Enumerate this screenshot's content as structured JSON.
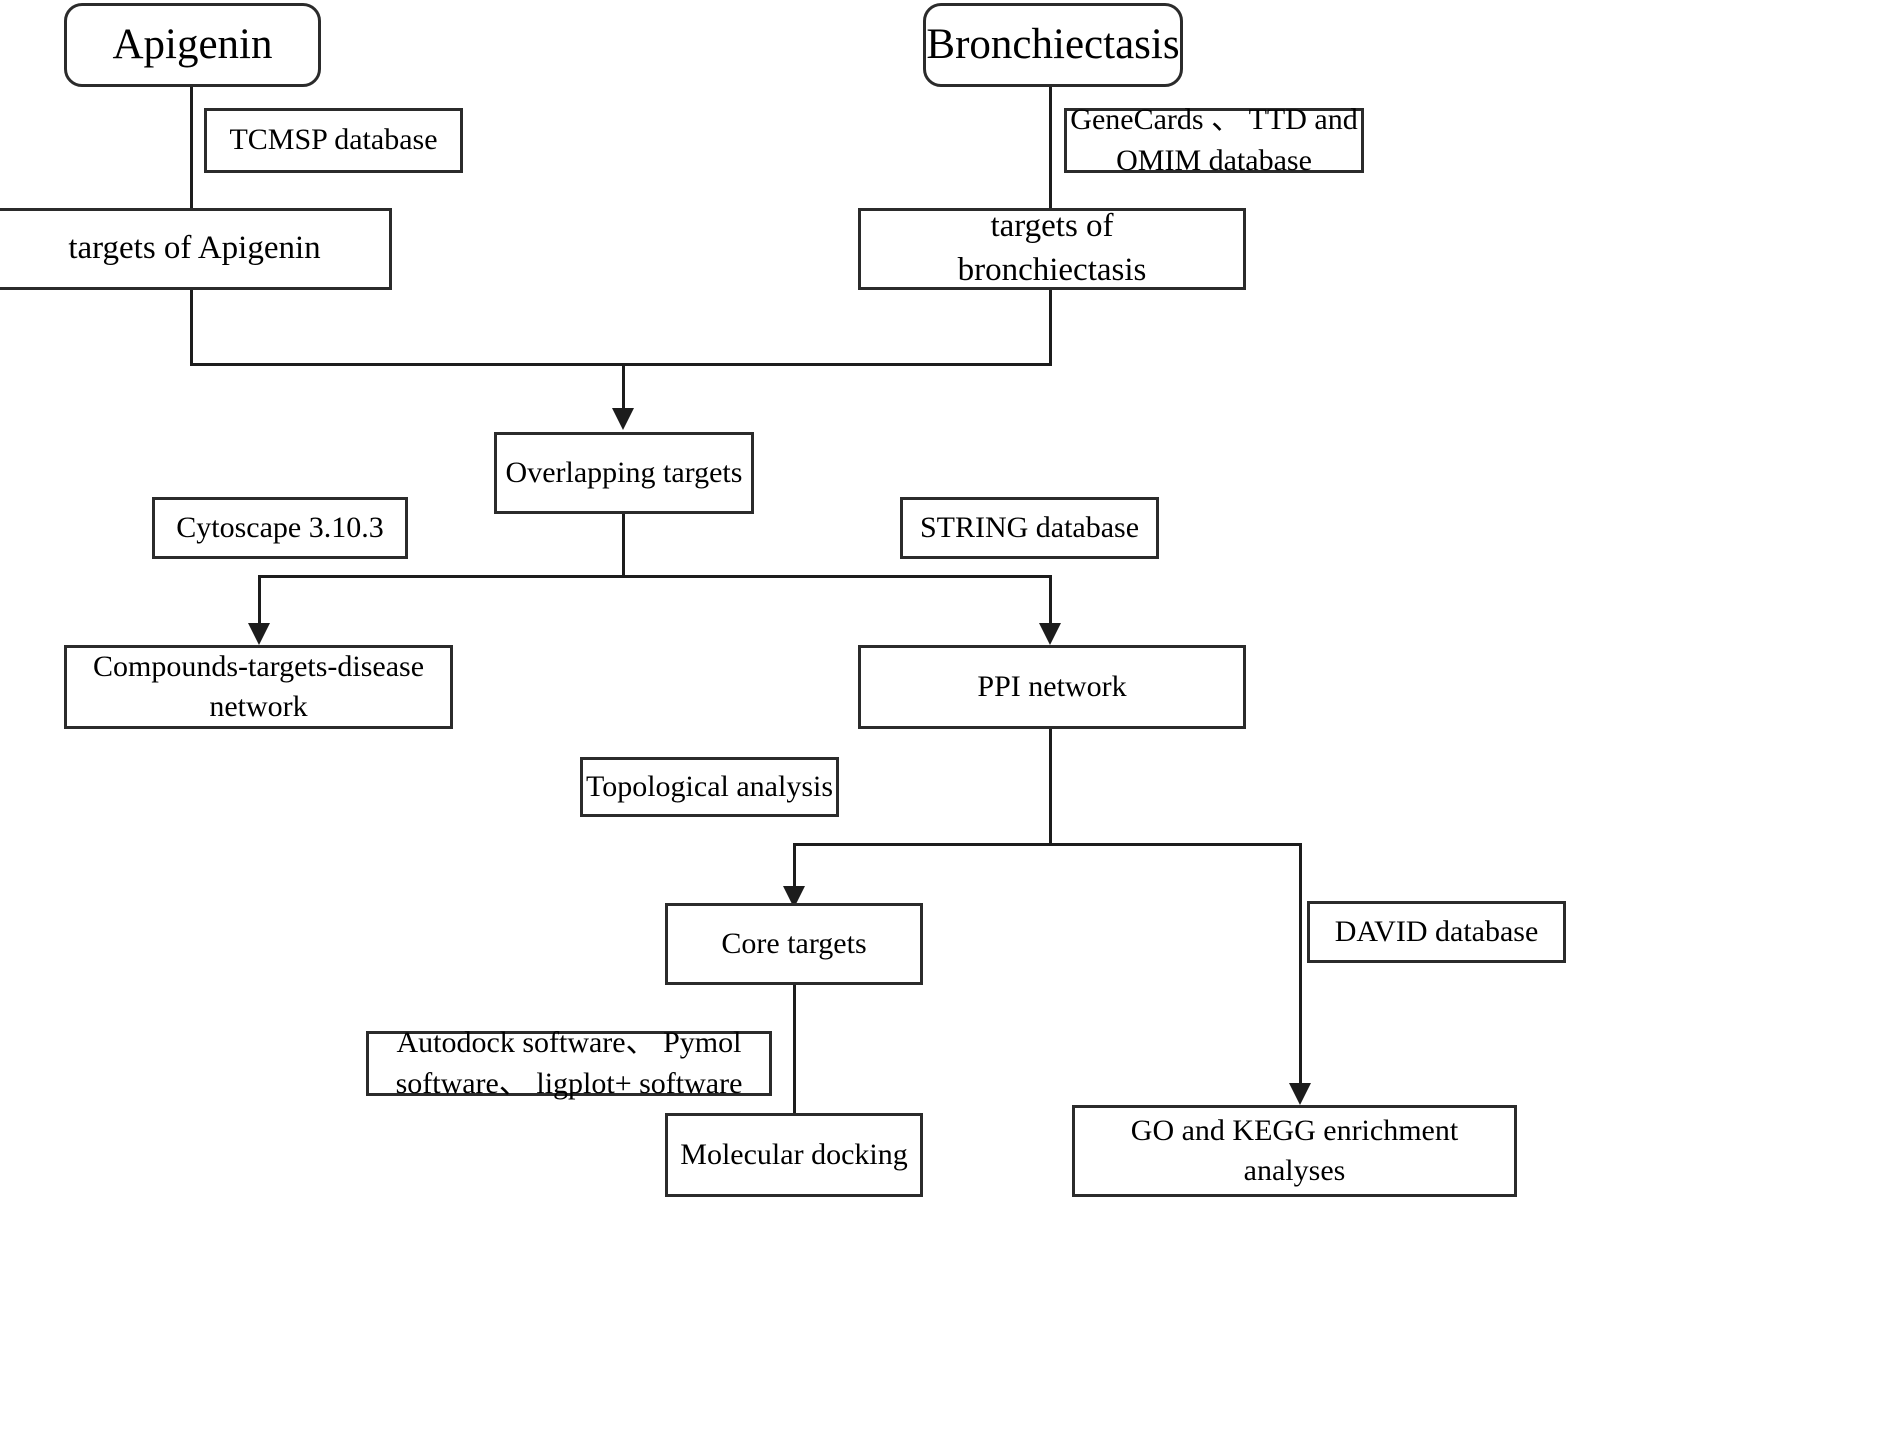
{
  "diagram": {
    "title": "Apigenin bronchiectasis network pharmacology workflow",
    "type": "flowchart",
    "nodes": {
      "apigenin": "Apigenin",
      "bronchiectasis": "Bronchiectasis",
      "targets_apigenin": "targets of Apigenin",
      "targets_bronchiectasis_line1": "targets of",
      "targets_bronchiectasis_line2": "bronchiectasis",
      "overlapping_targets": "Overlapping targets",
      "compounds_network": "Compounds-targets-disease network",
      "ppi_network": "PPI network",
      "core_targets": "Core targets",
      "molecular_docking": "Molecular docking",
      "go_kegg": "GO and KEGG enrichment analyses"
    },
    "edge_labels": {
      "tcmsp": "TCMSP database",
      "genecards_line1": "GeneCards 、 TTD and",
      "genecards_line2": "OMIM database",
      "cytoscape": "Cytoscape 3.10.3",
      "string": "STRING database",
      "topological": "Topological analysis",
      "docking_tools_line1": "Autodock software、 Pymol",
      "docking_tools_line2": "software、 ligplot+ software",
      "david": "DAVID database"
    },
    "colors": {
      "background": "#ffffff",
      "stroke": "#2b2b2b",
      "line": "#1c1c1c",
      "text": "#000000"
    }
  }
}
